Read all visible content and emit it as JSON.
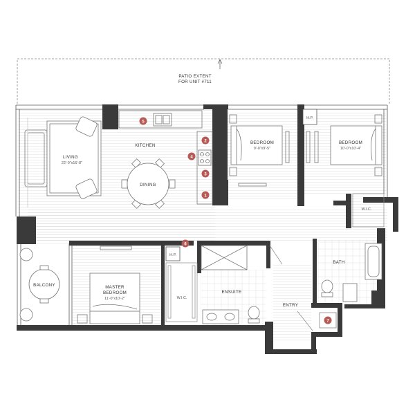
{
  "patio": {
    "line1": "PATIO EXTENT",
    "line2": "FOR UNIT #711"
  },
  "rooms": {
    "living": {
      "name": "LIVING",
      "dims": "22'-0\"x16'-8\""
    },
    "kitchen": {
      "name": "KITCHEN"
    },
    "dining": {
      "name": "DINING"
    },
    "bedroom1": {
      "name": "BEDROOM",
      "dims": "9'-0\"x9'-5\""
    },
    "bedroom2": {
      "name": "BEDROOM",
      "dims": "10'-0\"x10'-4\""
    },
    "hp_top": {
      "name": "H.P."
    },
    "wic_right": {
      "name": "W.I.C."
    },
    "bath": {
      "name": "BATH"
    },
    "balcony": {
      "name": "BALCONY"
    },
    "master": {
      "name": "MASTER",
      "name2": "BEDROOM",
      "dims": "11'-0\"x10'-2\""
    },
    "hp_mid": {
      "name": "H.P."
    },
    "wic_master": {
      "name": "W.I.C."
    },
    "ensuite": {
      "name": "ENSUITE"
    },
    "entry": {
      "name": "ENTRY"
    }
  },
  "markers": [
    "1",
    "2",
    "3",
    "4",
    "5",
    "6",
    "7"
  ],
  "colors": {
    "wall": "#3a3a3a",
    "marker": "#b55a55",
    "floor_line": "#d9d9d9",
    "thin": "#888888"
  }
}
